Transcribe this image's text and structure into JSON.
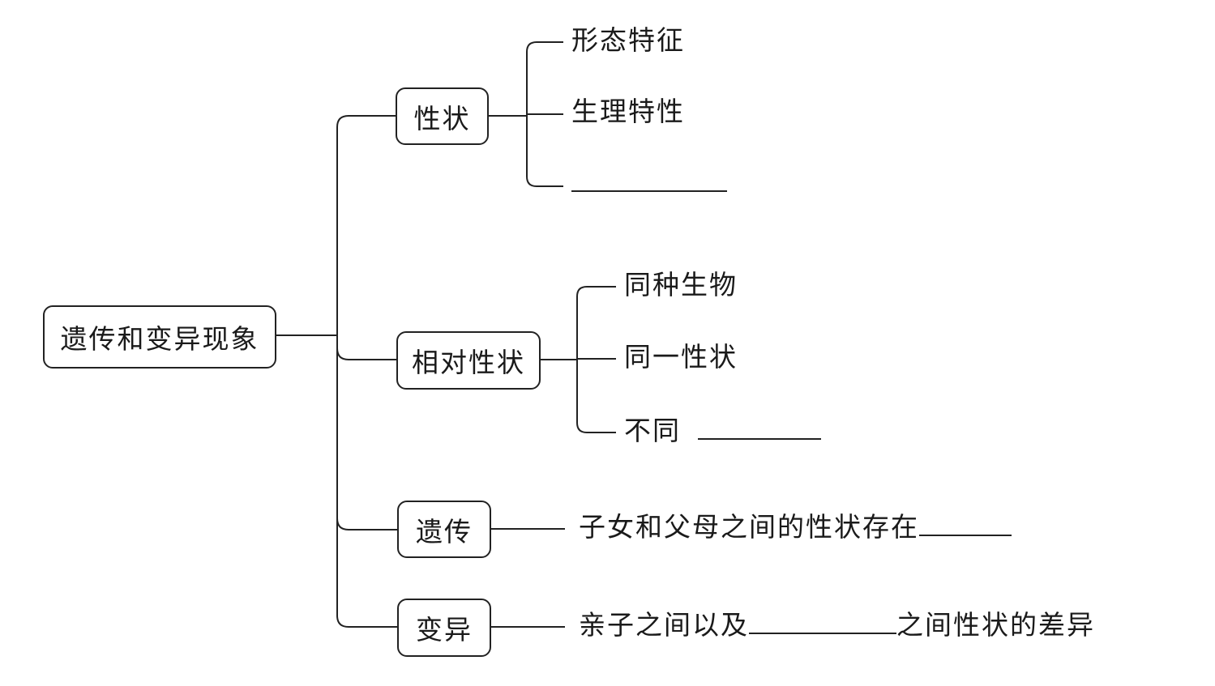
{
  "root": {
    "label": "遗传和变异现象"
  },
  "branches": [
    {
      "label": "性状",
      "children": [
        {
          "text": "形态特征"
        },
        {
          "text": "生理特性"
        },
        {
          "text": "",
          "blank": true
        }
      ]
    },
    {
      "label": "相对性状",
      "children": [
        {
          "text": "同种生物"
        },
        {
          "text": "同一性状"
        },
        {
          "text": "不同",
          "blank": true
        }
      ]
    },
    {
      "label": "遗传",
      "children": [
        {
          "text_before": "子女和父母之间的性状存在",
          "blank": true
        }
      ]
    },
    {
      "label": "变异",
      "children": [
        {
          "text_before": "亲子之间以及",
          "blank": true,
          "text_after": "之间性状的差异"
        }
      ]
    }
  ]
}
